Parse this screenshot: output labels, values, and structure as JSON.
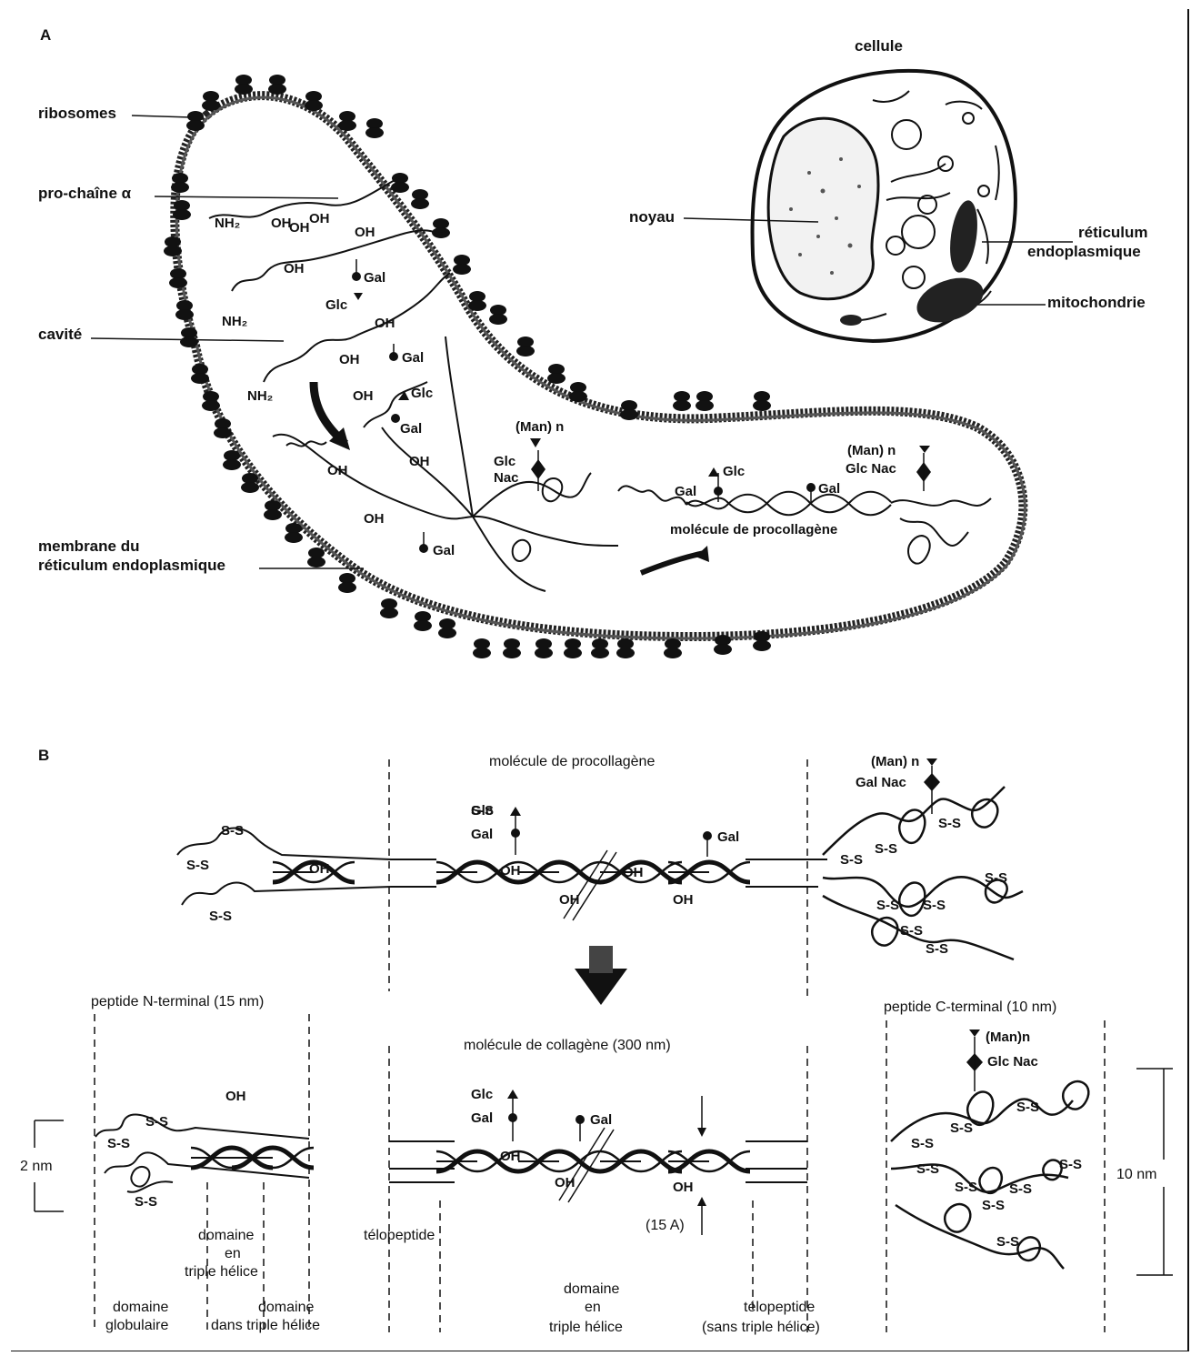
{
  "panel_a": {
    "letter": "A",
    "cell_title": "cellule",
    "labels": {
      "ribosomes": "ribosomes",
      "pro_chain": "pro-chaîne α",
      "cavity": "cavité",
      "membrane_line1": "membrane du",
      "membrane_line2": "réticulum endoplasmique",
      "nucleus": "noyau",
      "er_line1": "réticulum",
      "er_line2": "endoplasmique",
      "mitochondria": "mitochondrie",
      "procollagen_molecule": "molécule de procollagène"
    },
    "chem": {
      "nh2": "NH₂",
      "oh": "OH",
      "gal": "Gal",
      "glc": "Glc",
      "man_n": "(Man) n",
      "glc_nac_1": "Glc",
      "glc_nac_2": "Nac",
      "glcnac": "Glc Nac"
    }
  },
  "panel_b": {
    "letter": "B",
    "procollagen_title": "molécule de procollagène",
    "gal_nac": "Gal Nac",
    "man_n": "(Man) n",
    "man_n_short": "(Man)n",
    "glc_nac": "Glc Nac",
    "ss": "S-S",
    "n_terminal": "peptide N-terminal (15 nm)",
    "c_terminal": "peptide C-terminal (10 nm)",
    "collagen_title": "molécule de collagène (300 nm)",
    "scale_2nm": "2 nm",
    "scale_10nm": "10 nm",
    "angstrom": "(15 A)",
    "telopeptide": "télopeptide",
    "domain_triple_1": "domaine",
    "domain_triple_2": "en",
    "domain_triple_3": "triple hélice",
    "domain_globular_1": "domaine",
    "domain_globular_2": "globulaire",
    "domain_in_triple_1": "domaine",
    "domain_in_triple_2": "dans triple hélice",
    "telopeptide_2_1": "télopeptide",
    "telopeptide_2_2": "(sans triple hélice)"
  }
}
